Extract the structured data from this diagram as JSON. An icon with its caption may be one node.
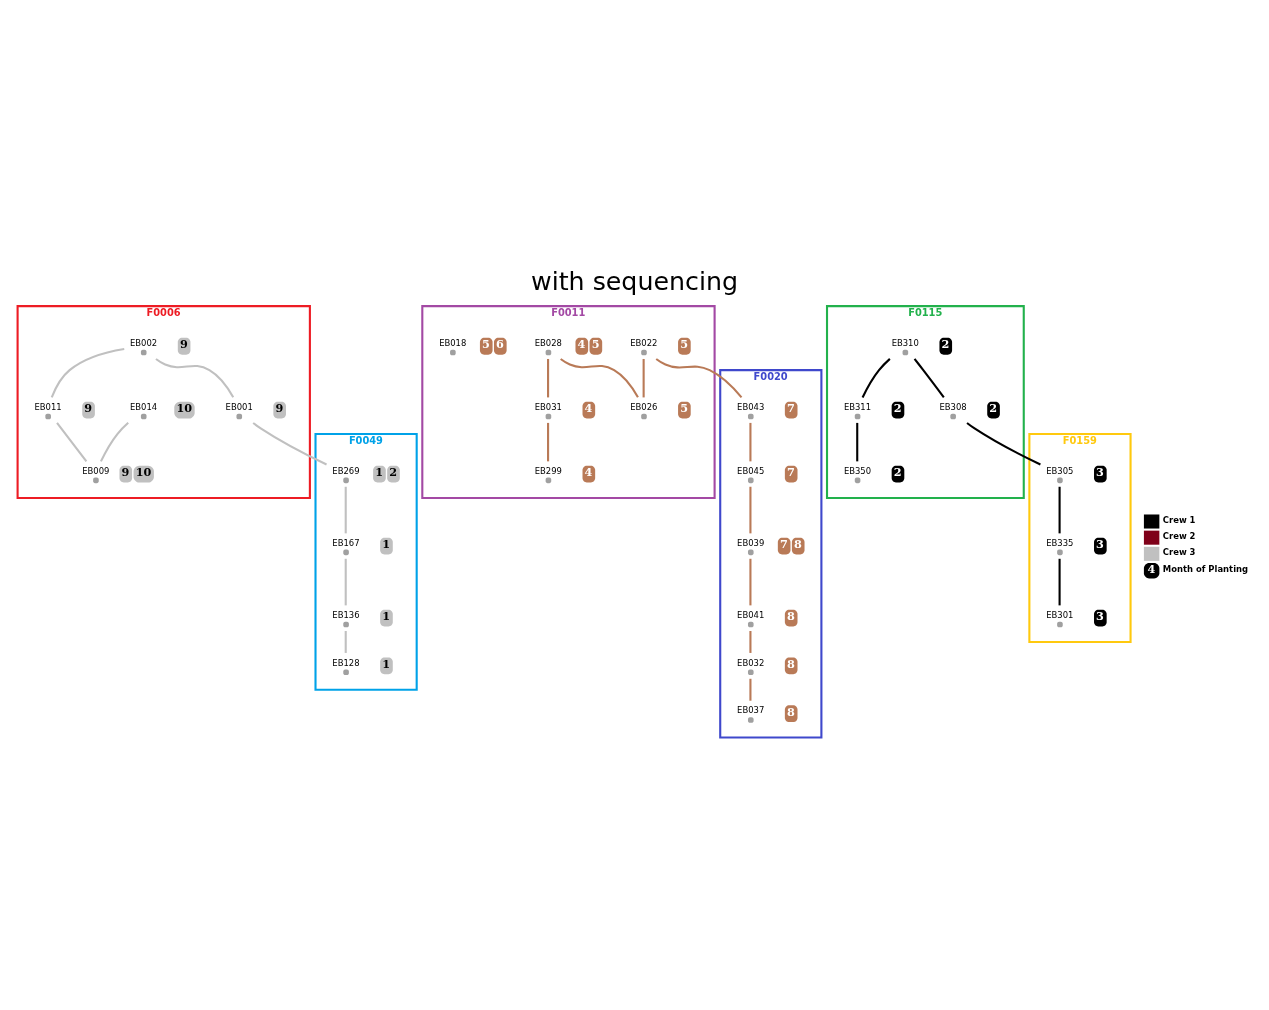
{
  "diagram": {
    "title": "with sequencing",
    "nodes": [
      {
        "text": [
          "F0006"
        ]
      },
      {
        "text": [
          "EB014"
        ],
        "in": 0,
        "beside": [
          "10"
        ]
      },
      {
        "text": [
          "EB002"
        ],
        "in": 0,
        "beside": [
          "9"
        ]
      },
      {
        "text": [
          "EB001"
        ],
        "in": 0,
        "beside": [
          "9"
        ]
      },
      {
        "text": [
          "EB011"
        ],
        "in": 0,
        "beside": [
          "9"
        ]
      },
      {
        "text": [
          "EB009"
        ],
        "in": 0,
        "beside": [
          "9",
          "10"
        ]
      },
      {
        "text": [
          "F0011"
        ]
      },
      {
        "text": [
          "EB022"
        ],
        "in": 6,
        "beside": [
          "5"
        ]
      },
      {
        "text": [
          "EB028"
        ],
        "in": 6,
        "beside": [
          "4",
          "5"
        ]
      },
      {
        "text": [
          "EB018"
        ],
        "in": 6,
        "beside": [
          "5",
          "6"
        ]
      },
      {
        "text": [
          "EB031"
        ],
        "in": 6,
        "beside": [
          "4"
        ]
      },
      {
        "text": [
          "EB026"
        ],
        "in": 6,
        "beside": [
          "5"
        ]
      },
      {
        "text": [
          "EB299"
        ],
        "in": 6,
        "beside": [
          "4"
        ]
      },
      {
        "text": [
          "F0020"
        ]
      },
      {
        "text": [
          "EB032"
        ],
        "in": 13,
        "beside": [
          "8"
        ]
      },
      {
        "text": [
          "EB041"
        ],
        "in": 13,
        "beside": [
          "8"
        ]
      },
      {
        "text": [
          "EB043"
        ],
        "in": 13,
        "beside": [
          "7"
        ]
      },
      {
        "text": [
          "EB037"
        ],
        "in": 13,
        "beside": [
          "8"
        ]
      },
      {
        "text": [
          "EB045"
        ],
        "in": 13,
        "beside": [
          "7"
        ]
      },
      {
        "text": [
          "EB039"
        ],
        "in": 13,
        "beside": [
          "7",
          "8"
        ]
      },
      {
        "text": [
          "F0049"
        ]
      },
      {
        "text": [
          "EB136"
        ],
        "in": 20,
        "beside": [
          "1"
        ]
      },
      {
        "text": [
          "EB128"
        ],
        "in": 20,
        "beside": [
          "1"
        ]
      },
      {
        "text": [
          "EB269"
        ],
        "in": 20,
        "beside": [
          "1",
          "2"
        ]
      },
      {
        "text": [
          "EB167"
        ],
        "in": 20,
        "beside": [
          "1"
        ]
      },
      {
        "text": [
          "F0115"
        ]
      },
      {
        "text": [
          "EB310"
        ],
        "in": 25,
        "beside": [
          "2"
        ]
      },
      {
        "text": [
          "EB311"
        ],
        "in": 25,
        "beside": [
          "2"
        ]
      },
      {
        "text": [
          "EB350"
        ],
        "in": 25,
        "beside": [
          "2"
        ]
      },
      {
        "text": [
          "EB308"
        ],
        "in": 25,
        "beside": [
          "2"
        ]
      },
      {
        "text": [
          "F0159"
        ]
      },
      {
        "text": [
          "EB335"
        ],
        "in": 30,
        "beside": [
          "3"
        ]
      },
      {
        "text": [
          "EB301"
        ],
        "in": 30,
        "beside": [
          "3"
        ]
      },
      {
        "text": [
          "EB305"
        ],
        "in": 30,
        "beside": [
          "3"
        ]
      }
    ],
    "edges": [
      {
        "from": 1,
        "to": 5,
        "arrow": "none",
        "color": "#c0c0c0"
      },
      {
        "from": 2,
        "to": 3,
        "arrow": "none",
        "color": "#c0c0c0"
      },
      {
        "from": 2,
        "to": 4,
        "arrow": "none",
        "color": "#c0c0c0"
      },
      {
        "from": 4,
        "to": 5,
        "arrow": "none",
        "color": "#c0c0c0"
      },
      {
        "from": 3,
        "to": 23,
        "arrow": "none",
        "color": "#c0c0c0"
      },
      {
        "from": 23,
        "to": 24,
        "arrow": "none",
        "color": "#c0c0c0"
      },
      {
        "from": 24,
        "to": 21,
        "arrow": "none",
        "color": "#c0c0c0"
      },
      {
        "from": 21,
        "to": 22,
        "arrow": "none",
        "color": "#c0c0c0"
      },
      {
        "from": 7,
        "to": 11,
        "arrow": "none"
      },
      {
        "from": 7,
        "to": 16,
        "arrow": "none"
      },
      {
        "from": 8,
        "to": 10,
        "arrow": "none"
      },
      {
        "from": 8,
        "to": 11,
        "arrow": "none"
      },
      {
        "from": 10,
        "to": 12,
        "arrow": "none"
      },
      {
        "from": 16,
        "to": 18,
        "arrow": "none"
      },
      {
        "from": 18,
        "to": 19,
        "arrow": "none"
      },
      {
        "from": 19,
        "to": 15,
        "arrow": "none"
      },
      {
        "from": 15,
        "to": 14,
        "arrow": "none"
      },
      {
        "from": 14,
        "to": 17,
        "arrow": "none"
      },
      {
        "from": 26,
        "to": 27,
        "arrow": "none",
        "color": "#000000"
      },
      {
        "from": 27,
        "to": 28,
        "arrow": "none",
        "color": "#000000"
      },
      {
        "from": 26,
        "to": 29,
        "arrow": "none",
        "color": "#000000"
      },
      {
        "from": 29,
        "to": 33,
        "arrow": "none",
        "color": "#000000"
      },
      {
        "from": 33,
        "to": 31,
        "arrow": "none",
        "color": "#000000"
      },
      {
        "from": 31,
        "to": 32,
        "arrow": "none",
        "color": "#000000"
      }
    ],
    "labels": [
      "4"
    ],
    "legend": [
      {
        "text": "Crew 1",
        "color": "#000000"
      },
      {
        "text": "Crew 2",
        "color": "#7f0019"
      },
      {
        "text": "Crew 3",
        "color": "#c0c0c0"
      },
      {
        "text": "Month of Planting"
      }
    ]
  }
}
